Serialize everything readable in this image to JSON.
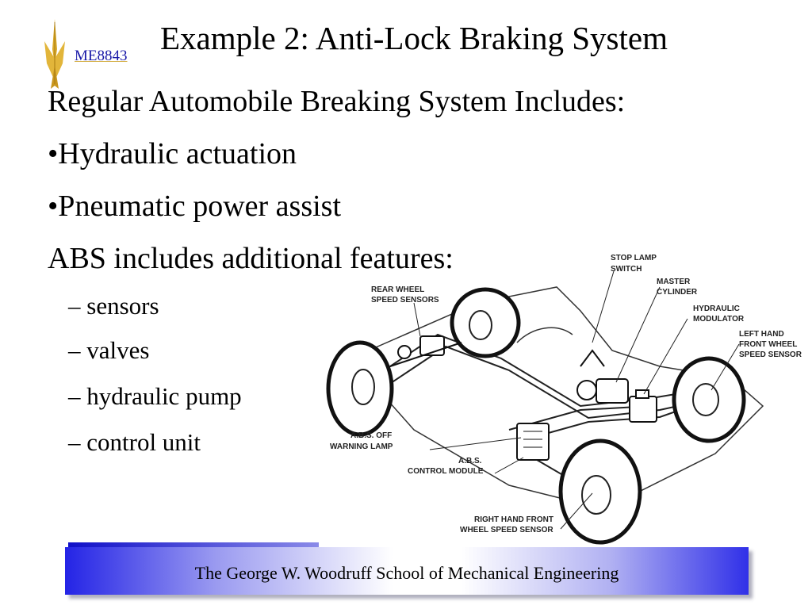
{
  "header": {
    "course_code": "ME8843",
    "title": "Example 2: Anti-Lock Braking System"
  },
  "body": {
    "lines": [
      "Regular Automobile Breaking System Includes:",
      "•Hydraulic actuation",
      "•Pneumatic power assist",
      "ABS includes additional features:"
    ],
    "sub_items": [
      "– sensors",
      "– valves",
      "– hydraulic pump",
      "– control unit"
    ]
  },
  "diagram": {
    "labels": {
      "stop_lamp_1": "STOP LAMP",
      "stop_lamp_2": "SWITCH",
      "master_1": "MASTER",
      "master_2": "CYLINDER",
      "modulator_1": "HYDRAULIC",
      "modulator_2": "MODULATOR",
      "left_front_1": "LEFT HAND",
      "left_front_2": "FRONT WHEEL",
      "left_front_3": "SPEED SENSOR",
      "rear_1": "REAR WHEEL",
      "rear_2": "SPEED SENSORS",
      "warning_1": "A.B.S. OFF",
      "warning_2": "WARNING LAMP",
      "control_1": "A.B.S.",
      "control_2": "CONTROL MODULE",
      "right_front_1": "RIGHT HAND FRONT",
      "right_front_2": "WHEEL SPEED SENSOR"
    }
  },
  "footer": {
    "text": "The George W. Woodruff School of Mechanical Engineering"
  },
  "colors": {
    "course_code": "#1a1aa8",
    "footer_blue": "#2424e6",
    "logo_gold": "#d9a92b"
  }
}
